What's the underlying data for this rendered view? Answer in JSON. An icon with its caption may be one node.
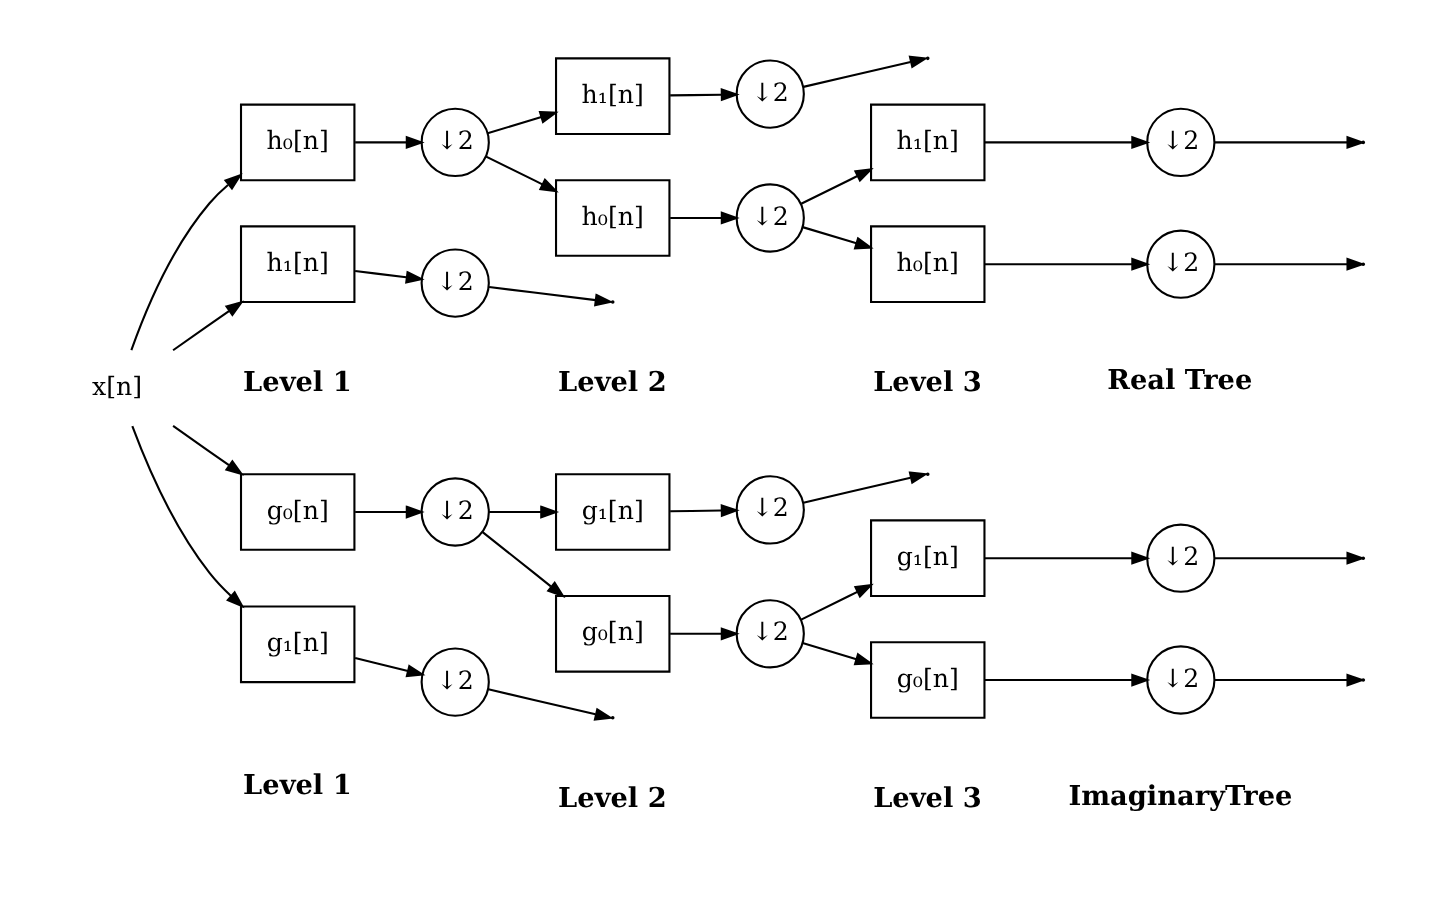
{
  "diagram": {
    "nodes": [
      {
        "text": [
          "x[n]"
        ]
      },
      {
        "text": [
          "h₀[n]"
        ]
      },
      {
        "text": [
          "↓2"
        ]
      },
      {
        "text": [
          "h₁[n]"
        ]
      },
      {
        "text": [
          "↓2"
        ]
      },
      {
        "text": [
          "h₀[n]"
        ]
      },
      {
        "text": [
          "↓2"
        ]
      },
      {
        "text": [
          "h₁[n]"
        ]
      },
      {
        "text": [
          "↓2"
        ]
      },
      {
        "text": [
          "h₀[n]"
        ]
      },
      {
        "text": [
          "↓2"
        ]
      },
      {
        "text": [
          "h₁[n]"
        ]
      },
      {
        "text": [
          "↓2"
        ]
      },
      {
        "text": [
          "g₀[n]"
        ]
      },
      {
        "text": [
          "↓2"
        ]
      },
      {
        "text": [
          "g₁[n]"
        ]
      },
      {
        "text": [
          "↓2"
        ]
      },
      {
        "text": [
          "g₀[n]"
        ]
      },
      {
        "text": [
          "↓2"
        ]
      },
      {
        "text": [
          "g₁[n]"
        ]
      },
      {
        "text": [
          "↓2"
        ]
      },
      {
        "text": [
          "g₀[n]"
        ]
      },
      {
        "text": [
          "↓2"
        ]
      },
      {
        "text": [
          "g₁[n]"
        ]
      },
      {
        "text": [
          "↓2"
        ]
      }
    ],
    "edges": [
      {
        "from": 0,
        "to": 1,
        "arrow": "to"
      },
      {
        "from": 0,
        "to": 3,
        "arrow": "to"
      },
      {
        "from": 0,
        "to": 13,
        "arrow": "to"
      },
      {
        "from": 0,
        "to": 15,
        "arrow": "to"
      },
      {
        "from": 1,
        "to": 2,
        "arrow": "to"
      },
      {
        "from": 3,
        "to": 4,
        "arrow": "to"
      },
      {
        "from": 4,
        "to": null,
        "arrow": "to"
      },
      {
        "from": 2,
        "to": 5,
        "arrow": "to"
      },
      {
        "from": 2,
        "to": 7,
        "arrow": "to"
      },
      {
        "from": 5,
        "to": 6,
        "arrow": "to"
      },
      {
        "from": 7,
        "to": 8,
        "arrow": "to"
      },
      {
        "from": 8,
        "to": null,
        "arrow": "to"
      },
      {
        "from": 6,
        "to": 9,
        "arrow": "to"
      },
      {
        "from": 6,
        "to": 11,
        "arrow": "to"
      },
      {
        "from": 9,
        "to": 10,
        "arrow": "to"
      },
      {
        "from": 11,
        "to": 12,
        "arrow": "to"
      },
      {
        "from": 10,
        "to": null,
        "arrow": "to"
      },
      {
        "from": 12,
        "to": null,
        "arrow": "to"
      },
      {
        "from": 13,
        "to": 14,
        "arrow": "to"
      },
      {
        "from": 15,
        "to": 16,
        "arrow": "to"
      },
      {
        "from": 16,
        "to": null,
        "arrow": "to"
      },
      {
        "from": 14,
        "to": 17,
        "arrow": "to"
      },
      {
        "from": 14,
        "to": 19,
        "arrow": "to"
      },
      {
        "from": 17,
        "to": 18,
        "arrow": "to"
      },
      {
        "from": 19,
        "to": 20,
        "arrow": "to"
      },
      {
        "from": 20,
        "to": null,
        "arrow": "to"
      },
      {
        "from": 18,
        "to": 21,
        "arrow": "to"
      },
      {
        "from": 18,
        "to": 23,
        "arrow": "to"
      },
      {
        "from": 21,
        "to": 22,
        "arrow": "to"
      },
      {
        "from": 23,
        "to": 24,
        "arrow": "to"
      },
      {
        "from": 22,
        "to": null,
        "arrow": "to"
      },
      {
        "from": 24,
        "to": null,
        "arrow": "to"
      }
    ],
    "labels": [
      "Level 3",
      "Level 2",
      "Real Tree",
      "Level 1",
      "Level 3",
      "ImaginaryTree",
      "Level 2",
      "Level 1"
    ]
  }
}
